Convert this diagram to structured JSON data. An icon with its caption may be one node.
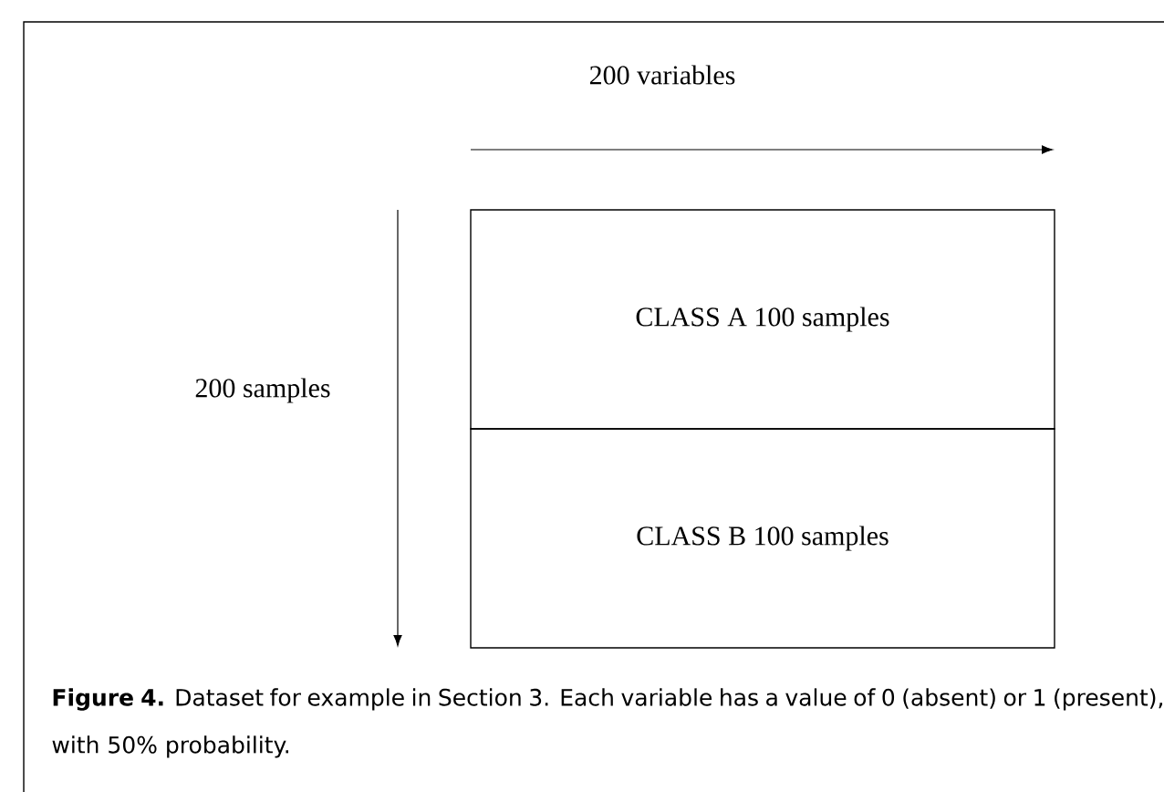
{
  "diagram": {
    "caption": "**Figure 4.** Dataset for example in Section 3. Each variable has a value of 0 (absent) or 1 (present), with 50% probability.",
    "nodes": [
      {
        "text": [
          "CLASS A 100 samples"
        ]
      },
      {
        "text": [
          "CLASS B 100 samples"
        ]
      }
    ],
    "labels": [
      "200 variables",
      "200 samples"
    ]
  }
}
